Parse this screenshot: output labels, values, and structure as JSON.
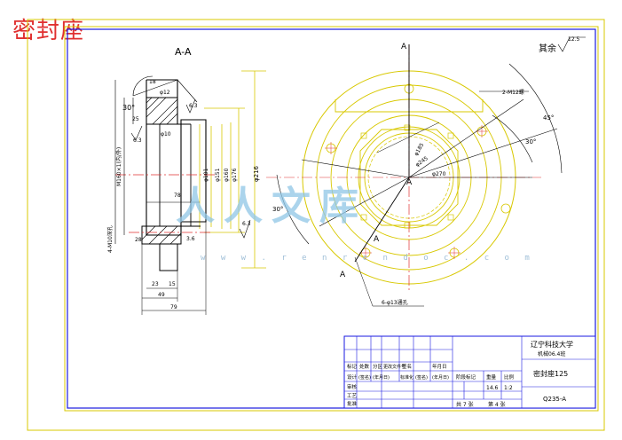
{
  "overlay_title": "密封座",
  "watermark": {
    "brand": "人人文库",
    "url": "w w w . r e n r e n d o c . c o m"
  },
  "section_view": {
    "title": "A-A",
    "angle": "30°",
    "dims": {
      "d18": "18",
      "d25": "25",
      "phi12": "φ12",
      "phi10": "φ10",
      "phi101": "φ101",
      "phi151": "φ151",
      "phi160": "φ160",
      "phi176": "φ176",
      "phi216": "φ216",
      "d78": "78",
      "d28": "28",
      "d36": "3.6",
      "d23": "23",
      "d15": "15",
      "d49": "49",
      "d79": "79",
      "thread_left": "M160×1(内/外)",
      "holes_left": "4-M10深孔"
    },
    "roughness": {
      "r1": "6.3",
      "r2": "6.3",
      "r3": "6.3"
    }
  },
  "plan_view": {
    "section_mark": "A",
    "roughness_label": "其余",
    "roughness_value": "12.5",
    "labels": {
      "m12": "2-M12螺",
      "angle45": "45°",
      "angle30a": "30°",
      "angle30b": "30°",
      "phi185": "φ185",
      "phi245": "φ245",
      "phi270": "φ270",
      "holes": "6-φ13通孔"
    }
  },
  "title_block": {
    "school": "辽宁科技大学",
    "school_sub": "机械06.4班",
    "part_name": "密封座125",
    "drawing_no": "Q235-A",
    "scale_label": "比例",
    "scale_value": "1:2",
    "weight_label": "重量",
    "weight_value": "14.6",
    "stage_label": "阶段标记",
    "sheets_total": "共 7 张",
    "sheet_no": "第 4 张",
    "rows": [
      "标记",
      "处数",
      "分区",
      "更改文件号",
      "签名",
      "年月日"
    ],
    "row_design": [
      "设计",
      "(签名)",
      "(年月日)",
      "标准化",
      "(签名)",
      "(年月日)"
    ],
    "row_check": "审核",
    "row_process": "工艺",
    "row_approve": "批准"
  }
}
